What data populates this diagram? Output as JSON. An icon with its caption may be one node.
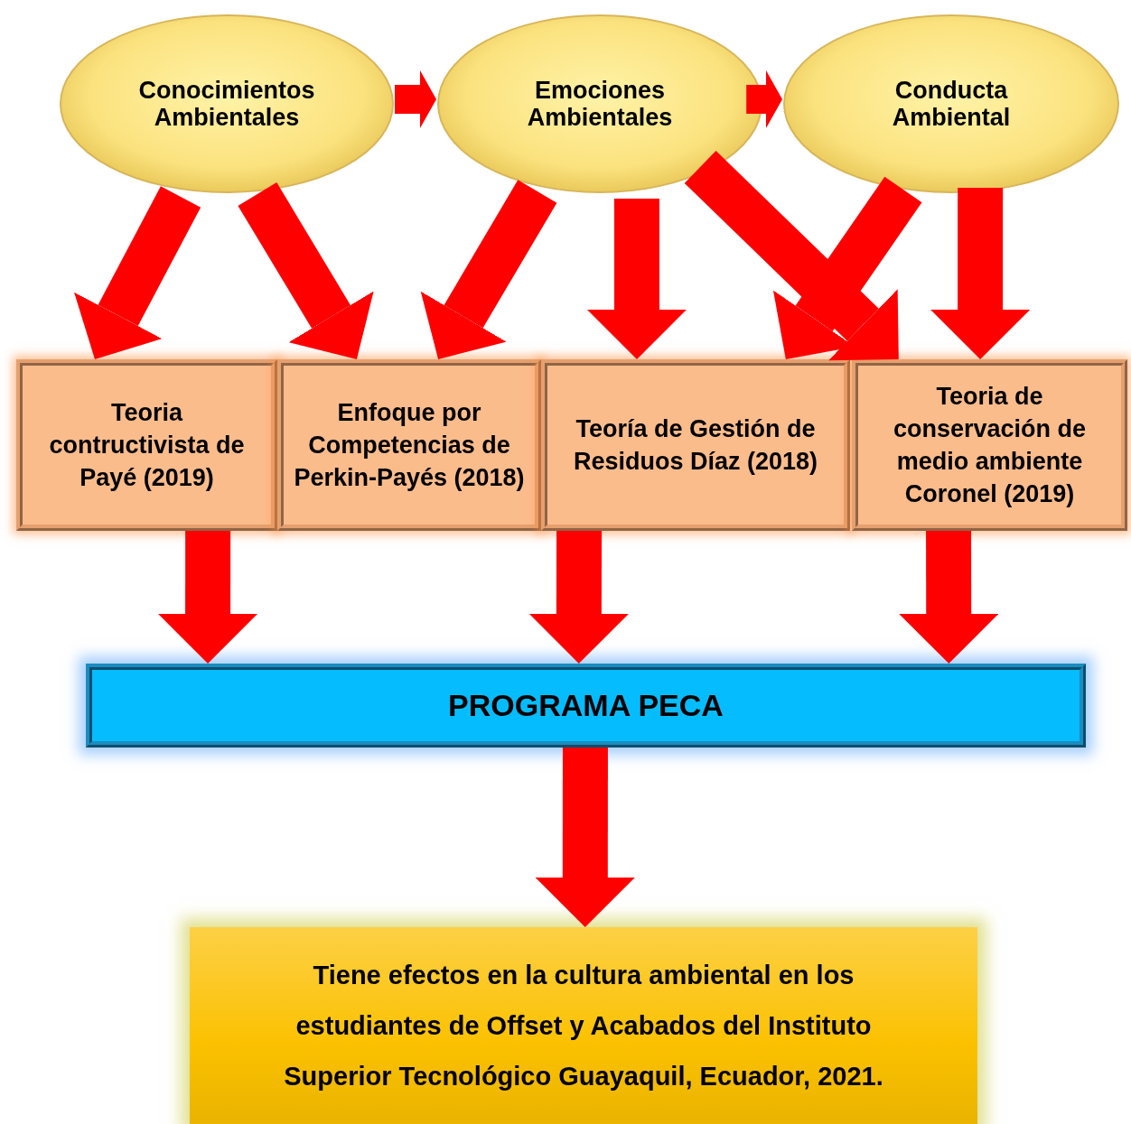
{
  "diagram": {
    "nodes": [
      {
        "text": [
          "Conocimientos Ambientales"
        ]
      },
      {
        "text": [
          "Emociones Ambientales"
        ]
      },
      {
        "text": [
          "Conducta Ambiental"
        ]
      },
      {
        "text": [
          "Teoria contructivista de Payé (2019)"
        ]
      },
      {
        "text": [
          "Enfoque por Competencias de Perkin-Payés (2018)"
        ]
      },
      {
        "text": [
          "Teoría de Gestión de Residuos Díaz (2018)"
        ]
      },
      {
        "text": [
          "Teoria de conservación de medio ambiente Coronel (2019)"
        ]
      },
      {
        "text": [
          "PROGRAMA PECA"
        ]
      },
      {
        "text": [
          "Tiene efectos en la cultura ambiental en los estudiantes de Offset y Acabados del Instituto Superior Tecnológico Guayaquil, Ecuador, 2021."
        ]
      }
    ],
    "edges": [
      {
        "from": 0,
        "to": 1,
        "arrow": "to"
      },
      {
        "from": 1,
        "to": 2,
        "arrow": "to"
      },
      {
        "from": 0,
        "to": 3,
        "arrow": "to"
      },
      {
        "from": 0,
        "to": 4,
        "arrow": "to"
      },
      {
        "from": 1,
        "to": 4,
        "arrow": "to"
      },
      {
        "from": 1,
        "to": 5,
        "arrow": "to"
      },
      {
        "from": 1,
        "to": 6,
        "arrow": "to"
      },
      {
        "from": 2,
        "to": 5,
        "arrow": "to"
      },
      {
        "from": 2,
        "to": 6,
        "arrow": "to"
      },
      {
        "from": 3,
        "to": 7,
        "arrow": "to"
      },
      {
        "from": 5,
        "to": 7,
        "arrow": "to"
      },
      {
        "from": 6,
        "to": 7,
        "arrow": "to"
      },
      {
        "from": 7,
        "to": 8,
        "arrow": "to"
      }
    ]
  }
}
